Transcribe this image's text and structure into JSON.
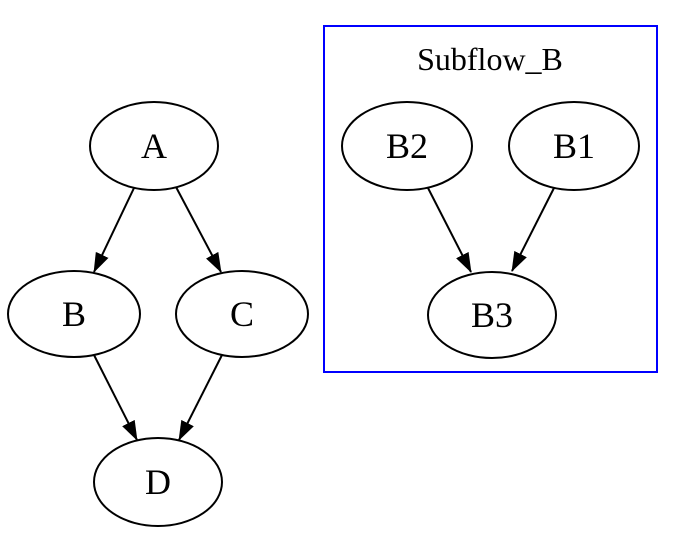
{
  "diagram": {
    "type": "directed-graph",
    "background_color": "#ffffff",
    "colors": {
      "node_stroke": "#000000",
      "edge": "#000000",
      "text": "#000000",
      "cluster_border": "#0000ff"
    },
    "cluster": {
      "title": "Subflow_B",
      "nodes": [
        "B2",
        "B1",
        "B3"
      ]
    },
    "nodes": {
      "A": {
        "label": "A"
      },
      "B": {
        "label": "B"
      },
      "C": {
        "label": "C"
      },
      "D": {
        "label": "D"
      },
      "B2": {
        "label": "B2"
      },
      "B1": {
        "label": "B1"
      },
      "B3": {
        "label": "B3"
      }
    },
    "edges": [
      {
        "from": "A",
        "to": "B"
      },
      {
        "from": "A",
        "to": "C"
      },
      {
        "from": "B",
        "to": "D"
      },
      {
        "from": "C",
        "to": "D"
      },
      {
        "from": "B2",
        "to": "B3"
      },
      {
        "from": "B1",
        "to": "B3"
      }
    ]
  }
}
